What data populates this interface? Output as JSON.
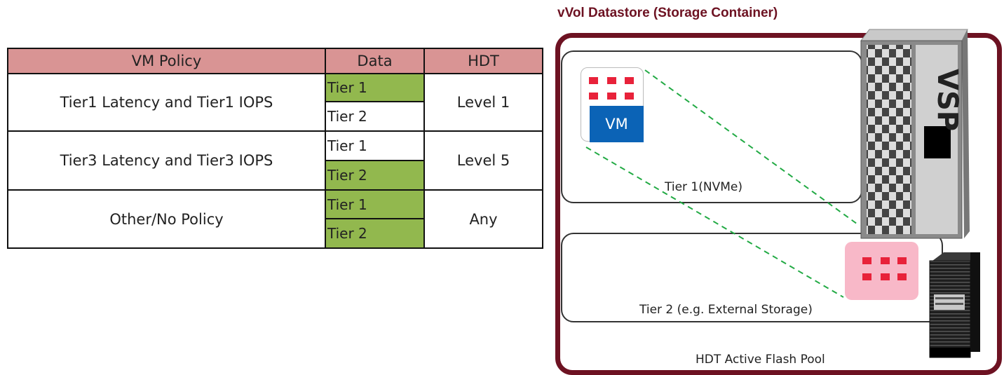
{
  "table": {
    "headers": [
      "VM Policy",
      "Data",
      "HDT"
    ],
    "rows": [
      {
        "policy": "Tier1 Latency and Tier1 IOPS",
        "data": [
          "Tier 1",
          "Tier 2"
        ],
        "hdt": "Level 1",
        "highlight": [
          true,
          false
        ]
      },
      {
        "policy": "Tier3 Latency and Tier3 IOPS",
        "data": [
          "Tier 1",
          "Tier 2"
        ],
        "hdt": "Level 5",
        "highlight": [
          false,
          true
        ]
      },
      {
        "policy": "Other/No Policy",
        "data": [
          "Tier 1",
          "Tier 2"
        ],
        "hdt": "Any",
        "highlight": [
          true,
          true
        ]
      }
    ]
  },
  "diagram": {
    "title": "vVol Datastore (Storage Container)",
    "tier1_label": "Tier 1(NVMe)",
    "tier2_label": "Tier 2 (e.g. External Storage)",
    "pool_label": "HDT Active Flash Pool",
    "vm_label": "VM",
    "array_label": "VSP"
  },
  "colors": {
    "header_fill": "#d99494",
    "highlight_fill": "#92b84e",
    "container_border": "#6d1222",
    "vm_blue": "#0b63b6",
    "block_red": "#e8223a",
    "tier2_block_pink": "#f8b8c8",
    "connector_green": "#22aa44"
  }
}
